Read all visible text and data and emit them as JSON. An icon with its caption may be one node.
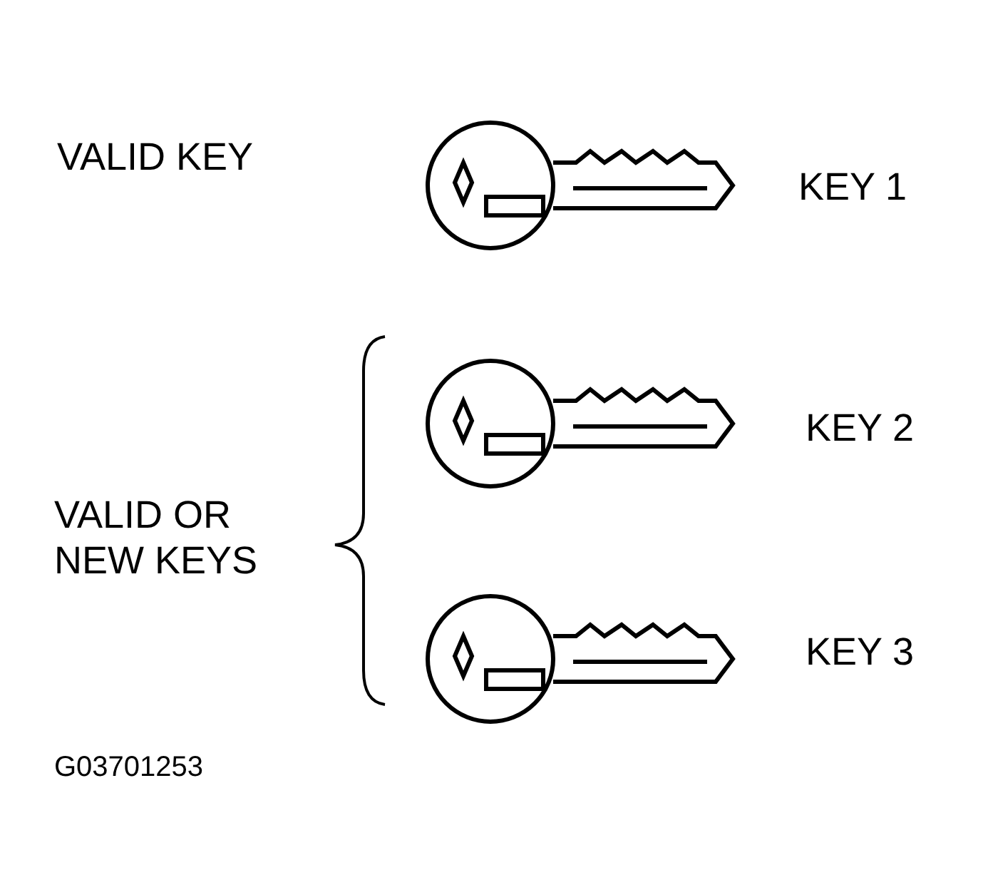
{
  "diagram": {
    "labels": [
      "VALID KEY",
      "KEY 1",
      "KEY 2",
      "VALID OR NEW KEYS",
      "KEY 3",
      "G03701253"
    ]
  }
}
